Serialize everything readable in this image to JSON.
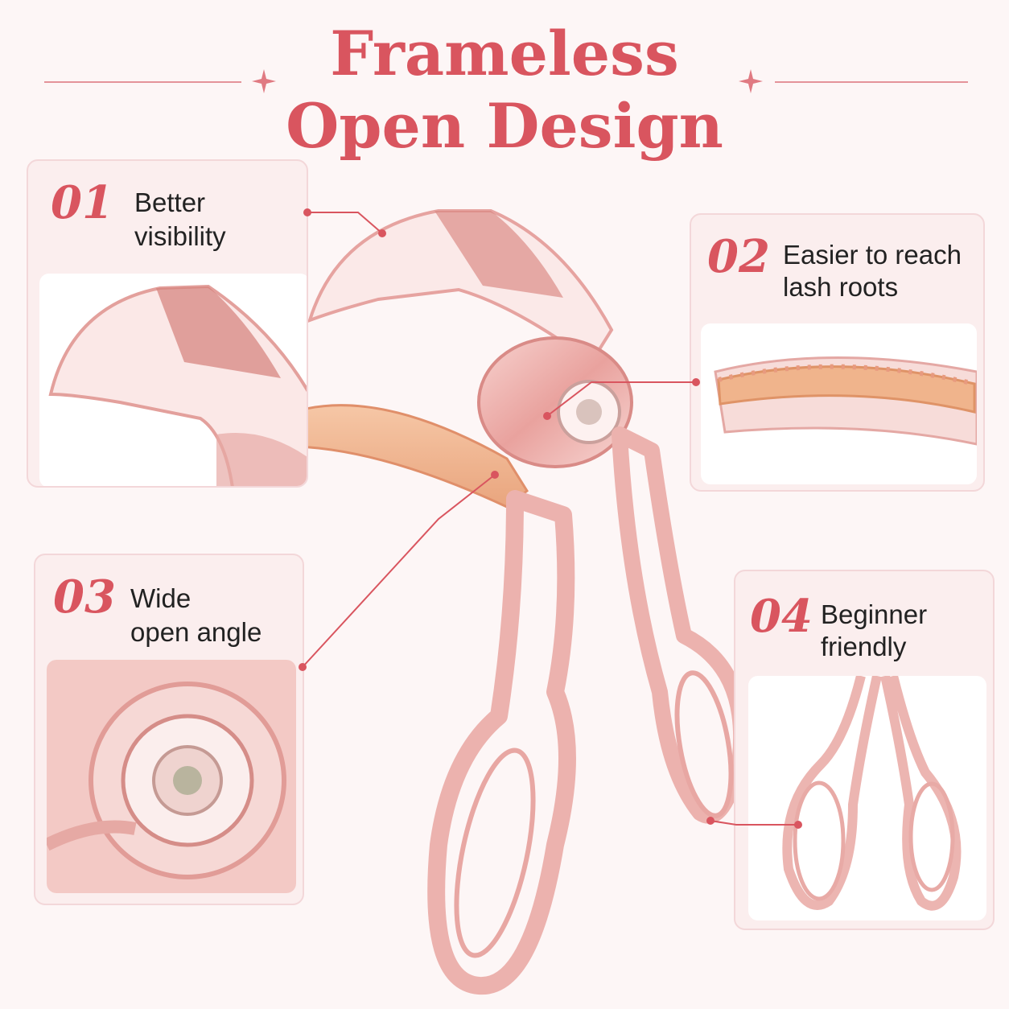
{
  "header": {
    "line1": "Frameless",
    "line2": "Open Design"
  },
  "features": [
    {
      "number": "01",
      "line1": "Better",
      "line2": "visibility"
    },
    {
      "number": "02",
      "line1": "Easier to reach",
      "line2": "lash roots"
    },
    {
      "number": "03",
      "line1": "Wide",
      "line2": "open angle"
    },
    {
      "number": "04",
      "line1": "Beginner",
      "line2": "friendly"
    }
  ],
  "colors": {
    "accent": "#d9555f",
    "card_bg": "#fbeeee",
    "product_pink": "#f2b9b4",
    "pad_peach": "#f1b58f"
  },
  "icons": [
    "sparkle-icon",
    "eyelash-curler-product"
  ]
}
